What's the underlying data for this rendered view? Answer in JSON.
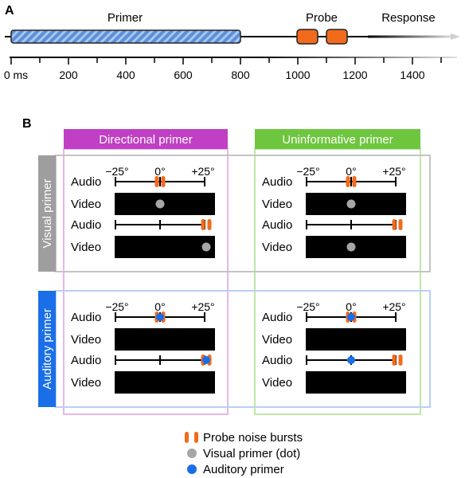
{
  "panel_a": {
    "label": "A",
    "timeline_labels": {
      "primer": "Primer",
      "probe": "Probe",
      "response": "Response"
    },
    "ticks": [
      "0 ms",
      "200",
      "400",
      "600",
      "800",
      "1000",
      "1200",
      "1400"
    ],
    "colors": {
      "primer_fill": "#5b8fd9",
      "probe_fill": "#f26b1d"
    }
  },
  "panel_b": {
    "label": "B",
    "columns": [
      {
        "title": "Directional primer",
        "color": "#c03fc4"
      },
      {
        "title": "Uninformative primer",
        "color": "#6ec63f"
      }
    ],
    "rows": [
      {
        "title": "Visual primer",
        "color": "#9e9e9e"
      },
      {
        "title": "Auditory primer",
        "color": "#1a6ee8"
      }
    ],
    "scale_labels": {
      "left": "−25°",
      "center": "0°",
      "right": "+25°"
    },
    "audio_label": "Audio",
    "video_label": "Video"
  },
  "legend": {
    "probe": "Probe noise bursts",
    "visual": "Visual primer (dot)",
    "auditory": "Auditory primer"
  },
  "colors": {
    "probe": "#f26b1d",
    "visual_dot": "#a6a6a6",
    "auditory_dot": "#1a6ee8"
  }
}
